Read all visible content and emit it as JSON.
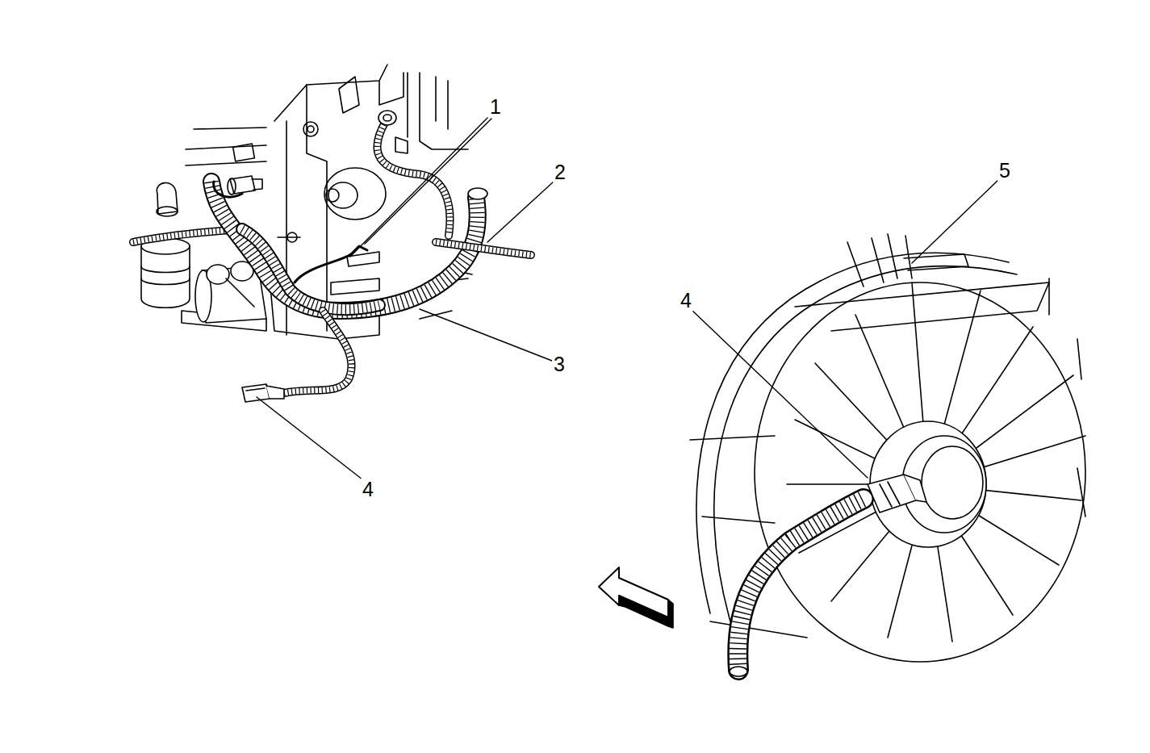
{
  "diagram": {
    "labels": [
      "1",
      "2",
      "5",
      "4",
      "3",
      "4"
    ]
  }
}
